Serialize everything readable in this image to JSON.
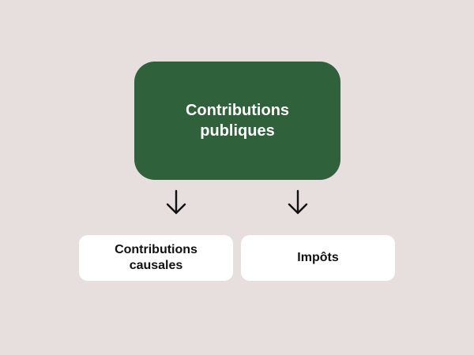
{
  "colors": {
    "background": "#e6dfdd",
    "root_fill": "#2f613a",
    "root_text": "#ffffff",
    "child_fill": "#ffffff",
    "child_text": "#111111",
    "arrow": "#111111"
  },
  "diagram": {
    "root": {
      "label": "Contributions publiques"
    },
    "children": [
      {
        "label": "Contributions causales"
      },
      {
        "label": "Impôts"
      }
    ]
  }
}
